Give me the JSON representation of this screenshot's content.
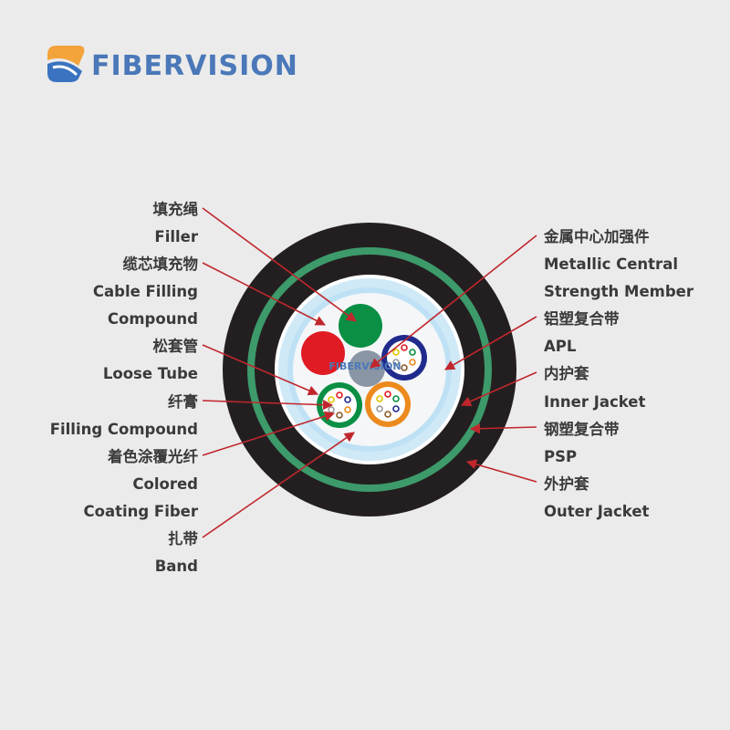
{
  "brand": {
    "name": "FIBERVISION",
    "logo_icon": "fibervision-logo-icon",
    "colors": {
      "text": "#4a78b8",
      "icon_orange": "#f2a33a",
      "icon_blue": "#3a73c0"
    }
  },
  "cable": {
    "center_mark": "FIBERVISION",
    "colors": {
      "outer_jacket": "#231f20",
      "psp": "#3d9a6a",
      "inner_jacket": "#231f20",
      "apl": "#ffffff",
      "filling_compound": "#bfe1f5",
      "filler_green": "#0a8f44",
      "filler_red": "#e01b24",
      "strength_member": "#8a96a6",
      "tube_blue": "#1f2a8c",
      "tube_green": "#0a8f44",
      "tube_orange": "#ec8a1e",
      "arrow": "#c0272d"
    }
  },
  "labels_left": [
    {
      "zh": "填充绳",
      "en": [
        "Filler"
      ]
    },
    {
      "zh": "缆芯填充物",
      "en": [
        "Cable Filling",
        "Compound"
      ]
    },
    {
      "zh": "松套管",
      "en": [
        "Loose Tube"
      ]
    },
    {
      "zh": "纤膏",
      "en": [
        "Filling Compound"
      ]
    },
    {
      "zh": "着色涂覆光纤",
      "en": [
        "Colored",
        "Coating Fiber"
      ]
    },
    {
      "zh": "扎带",
      "en": [
        "Band"
      ]
    }
  ],
  "labels_right": [
    {
      "zh": "金属中心加强件",
      "en": [
        "Metallic Central",
        "Strength Member"
      ]
    },
    {
      "zh": "铝塑复合带",
      "en": [
        "APL"
      ]
    },
    {
      "zh": "内护套",
      "en": [
        "Inner Jacket"
      ]
    },
    {
      "zh": "钢塑复合带",
      "en": [
        "PSP"
      ]
    },
    {
      "zh": "外护套",
      "en": [
        "Outer Jacket"
      ]
    }
  ]
}
